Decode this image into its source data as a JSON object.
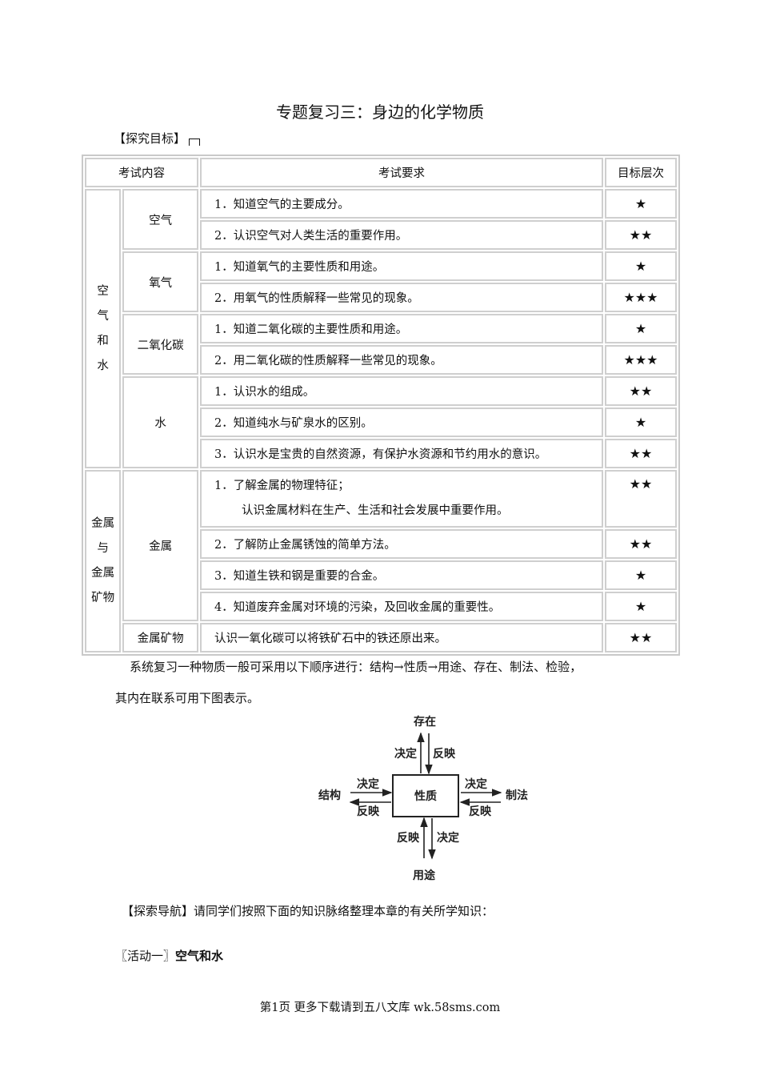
{
  "title": "专题复习三：身边的化学物质",
  "goal_heading": "【探究目标】",
  "table": {
    "headers": [
      "考试内容",
      "考试要求",
      "目标层次"
    ],
    "groups": [
      {
        "label": "空气和水",
        "label_lines": [
          "空",
          "气",
          "和",
          "水"
        ],
        "topics": [
          {
            "name": "空气",
            "items": [
              {
                "req": "1．知道空气的主要成分。",
                "level": "★"
              },
              {
                "req": "2．认识空气对人类生活的重要作用。",
                "level": "★★"
              }
            ]
          },
          {
            "name": "氧气",
            "items": [
              {
                "req": "1．知道氧气的主要性质和用途。",
                "level": "★"
              },
              {
                "req": "2．用氧气的性质解释一些常见的现象。",
                "level": "★★★"
              }
            ]
          },
          {
            "name": "二氧化碳",
            "items": [
              {
                "req": "1．知道二氧化碳的主要性质和用途。",
                "level": "★"
              },
              {
                "req": "2．用二氧化碳的性质解释一些常见的现象。",
                "level": "★★★"
              }
            ]
          },
          {
            "name": "水",
            "items": [
              {
                "req": "1．认识水的组成。",
                "level": "★★"
              },
              {
                "req": "2．知道纯水与矿泉水的区别。",
                "level": "★"
              },
              {
                "req": "3．认识水是宝贵的自然资源，有保护水资源和节约用水的意识。",
                "level": "★★"
              }
            ]
          }
        ]
      },
      {
        "label": "金属与金属矿物",
        "label_lines": [
          "金属",
          "与",
          "金属",
          "矿物"
        ],
        "topics": [
          {
            "name": "金属",
            "items": [
              {
                "req": "1．了解金属的物理特征；",
                "req2": "认识金属材料在生产、生活和社会发展中重要作用。",
                "level": "★★"
              },
              {
                "req": "2．了解防止金属锈蚀的简单方法。",
                "level": "★★"
              },
              {
                "req": "3．知道生铁和钢是重要的合金。",
                "level": "★"
              },
              {
                "req": "4．知道废弃金属对环境的污染，及回收金属的重要性。",
                "level": "★"
              }
            ]
          },
          {
            "name": "金属矿物",
            "items": [
              {
                "req": "认识一氧化碳可以将铁矿石中的铁还原出来。",
                "level": "★★"
              }
            ]
          }
        ]
      }
    ]
  },
  "para1": "系统复习一种物质一般可采用以下顺序进行：结构→性质→用途、存在、制法、检验，",
  "para2": "其内在联系可用下图表示。",
  "diagram": {
    "center": "性质",
    "top": "存在",
    "left": "结构",
    "right": "制法",
    "bottom": "用途",
    "decide": "决定",
    "reflect": "反映"
  },
  "nav": "【探索导航】请同学们按照下面的知识脉络整理本章的有关所学知识：",
  "activity_prefix": "〖活动一〗",
  "activity_title": "空气和水",
  "footer": "第1页 更多下载请到五八文库 wk.58sms.com"
}
